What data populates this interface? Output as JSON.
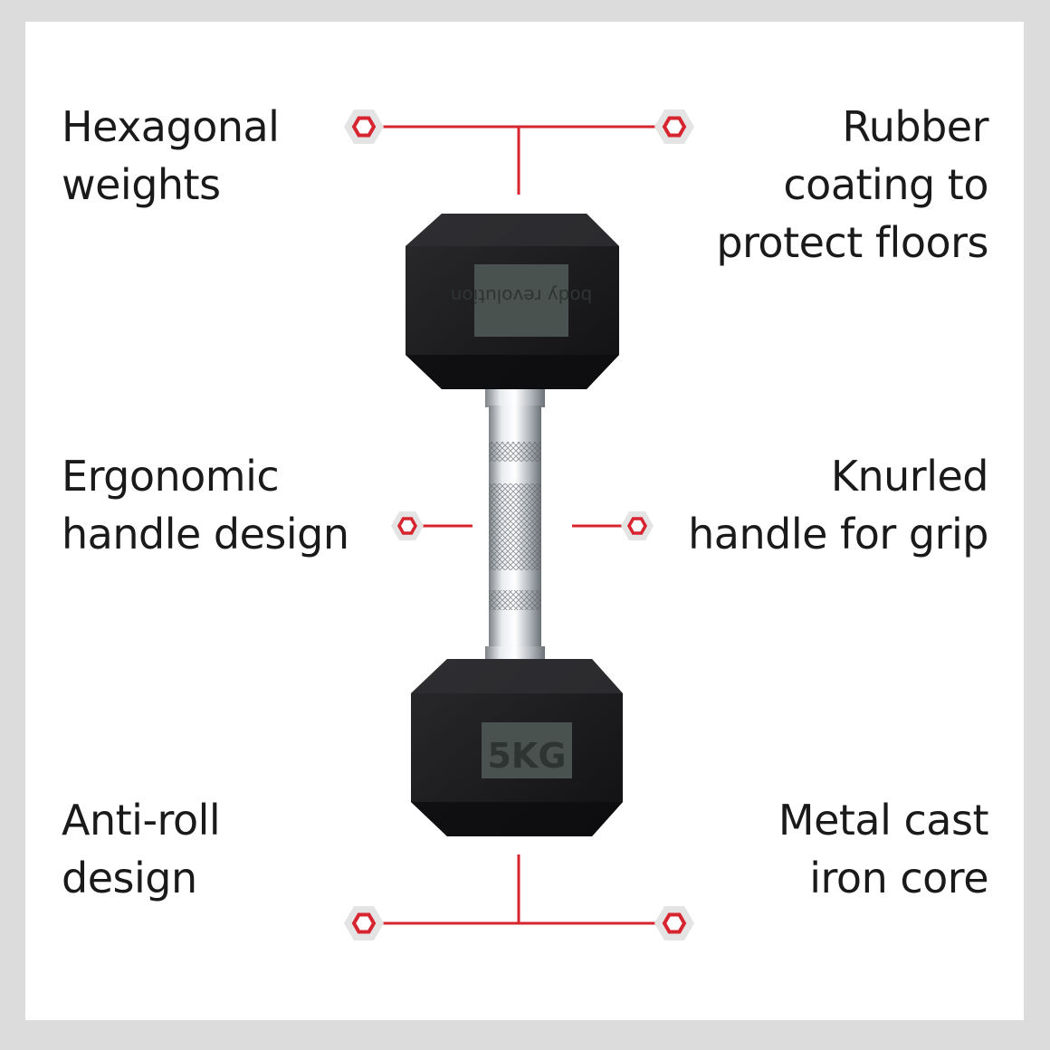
{
  "features": {
    "top_left": [
      "Hexagonal",
      "weights"
    ],
    "top_right": [
      "Rubber",
      "coating to",
      "protect floors"
    ],
    "mid_left": [
      "Ergonomic",
      "handle design"
    ],
    "mid_right": [
      "Knurled",
      "handle for grip"
    ],
    "bottom_left": [
      "Anti-roll",
      "design"
    ],
    "bottom_right": [
      "Metal cast",
      "iron core"
    ]
  },
  "product": {
    "brand_plate": "body revolution",
    "weight_plate": "5KG"
  },
  "colors": {
    "accent": "#d7252f",
    "rubber": "#1c1c1e",
    "plate": "#4a5250",
    "chrome": "#c8ccd0"
  }
}
